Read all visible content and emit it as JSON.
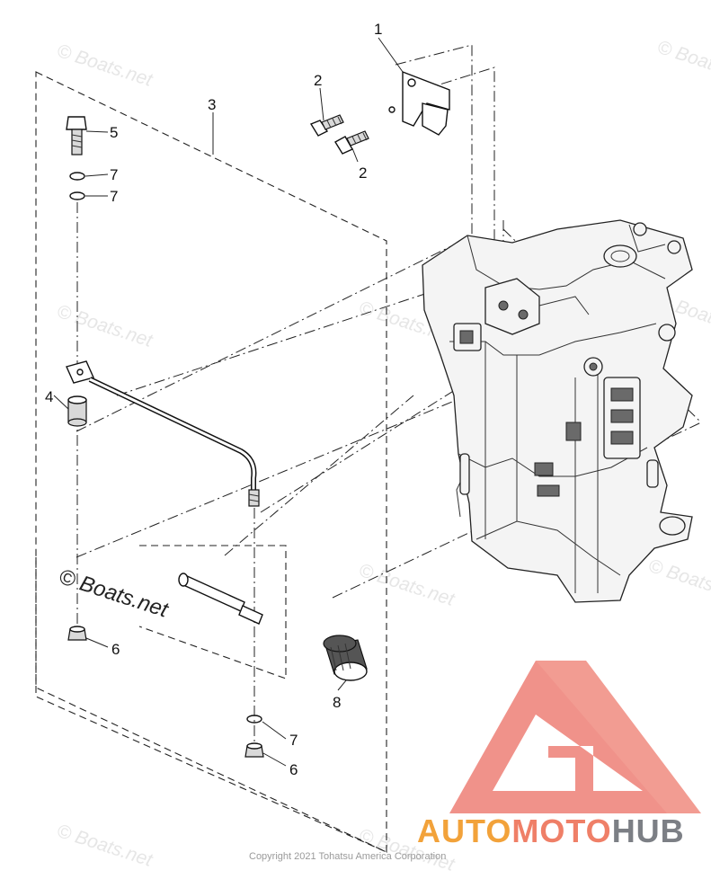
{
  "diagram": {
    "callouts": {
      "c1": "1",
      "c2a": "2",
      "c2b": "2",
      "c3": "3",
      "c4": "4",
      "c5": "5",
      "c6a": "6",
      "c6b": "6",
      "c7a": "7",
      "c7b": "7",
      "c7c": "7",
      "c8": "8"
    },
    "watermark": "© Boats.net",
    "watermark_bg": "© Boats.net",
    "copyright": "Copyright 2021 Tohatsu America Corporation"
  },
  "logo": {
    "part1": "AUTO",
    "part2": "MOTO",
    "part3": "HUB",
    "colors": {
      "auto": "#f2a23a",
      "moto": "#ef7f67",
      "hub": "#7c7f85",
      "triangle": "#f0928a"
    }
  }
}
